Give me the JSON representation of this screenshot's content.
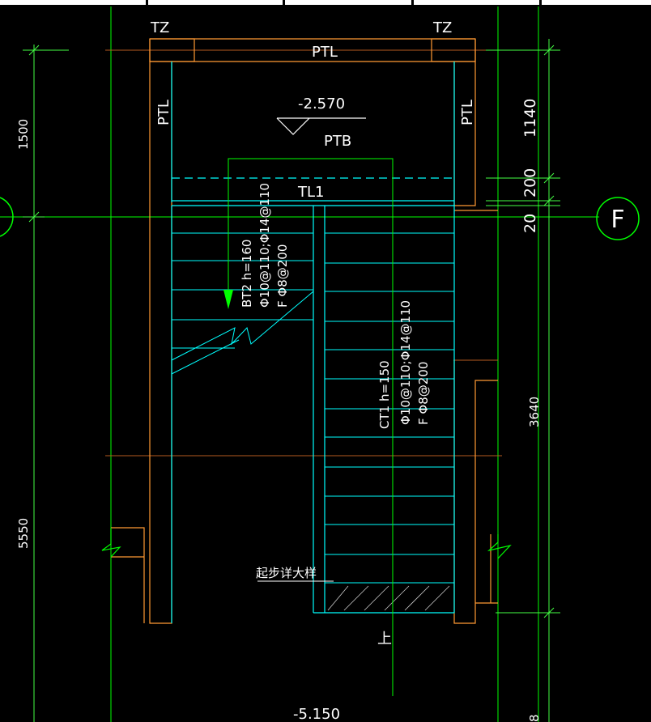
{
  "labels": {
    "tz_left": "TZ",
    "tz_right": "TZ",
    "ptl_top": "PTL",
    "ptl_left": "PTL",
    "ptl_right": "PTL",
    "level_top": "-2.570",
    "ptb": "PTB",
    "tl1": "TL1",
    "bt2_line1": "BT2 h=160",
    "bt2_line2": "Φ10@110;Φ14@110",
    "bt2_line3": "F Φ8@200",
    "ct1_line1": "CT1 h=150",
    "ct1_line2": "Φ10@110;Φ14@110",
    "ct1_line3": "F Φ8@200",
    "start_detail": "起步详大样",
    "up": "上",
    "level_bottom": "-5.150",
    "grid_f": "F"
  },
  "dimensions": {
    "left_1500": "1500",
    "left_5550": "5550",
    "right_1140": "1140",
    "right_200": "200",
    "right_20": "20",
    "right_3640": "3640",
    "right_bottom_partial": "8"
  },
  "colors": {
    "background": "#000000",
    "stair_cyan": "#00ffff",
    "wall_orange": "#ff9933",
    "grid_green": "#00ff00",
    "dim_green": "#44ff44",
    "text_white": "#ffffff",
    "arrow_green": "#00ff00"
  }
}
